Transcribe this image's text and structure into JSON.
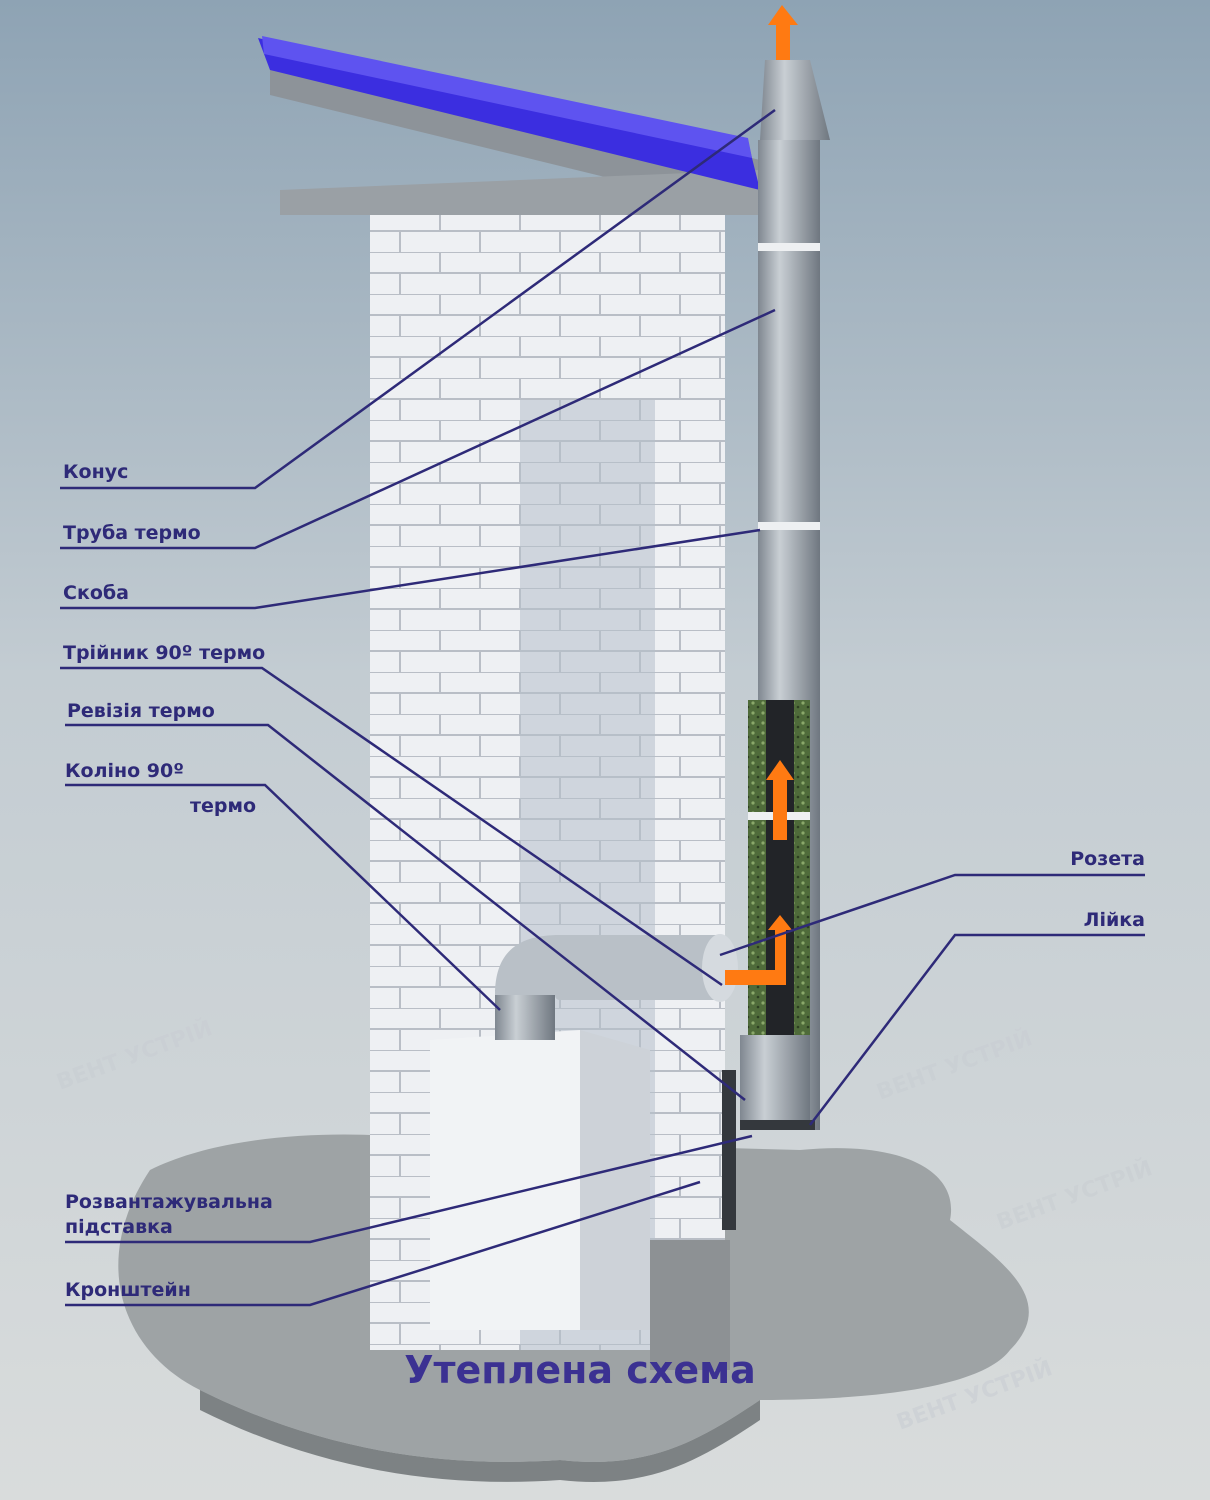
{
  "title": "Утеплена схема",
  "watermark": "ВЕНТ УСТРІЙ",
  "labels": {
    "cone": "Конус",
    "pipe": "Труба термо",
    "clamp": "Скоба",
    "tee": "Трійник 90º термо",
    "revision": "Ревізія термо",
    "elbow_1": "Коліно 90º",
    "elbow_2": "термо",
    "rosette": "Розета",
    "funnel": "Лійка",
    "support_1": "Розвантажувальна",
    "support_2": "підставка",
    "bracket": "Кронштейн"
  },
  "colors": {
    "leader": "#2e2a78",
    "roof_tiles": "#3b2ee0",
    "flow_arrow": "#ff7a12",
    "insulation": "#4f6b3a"
  }
}
